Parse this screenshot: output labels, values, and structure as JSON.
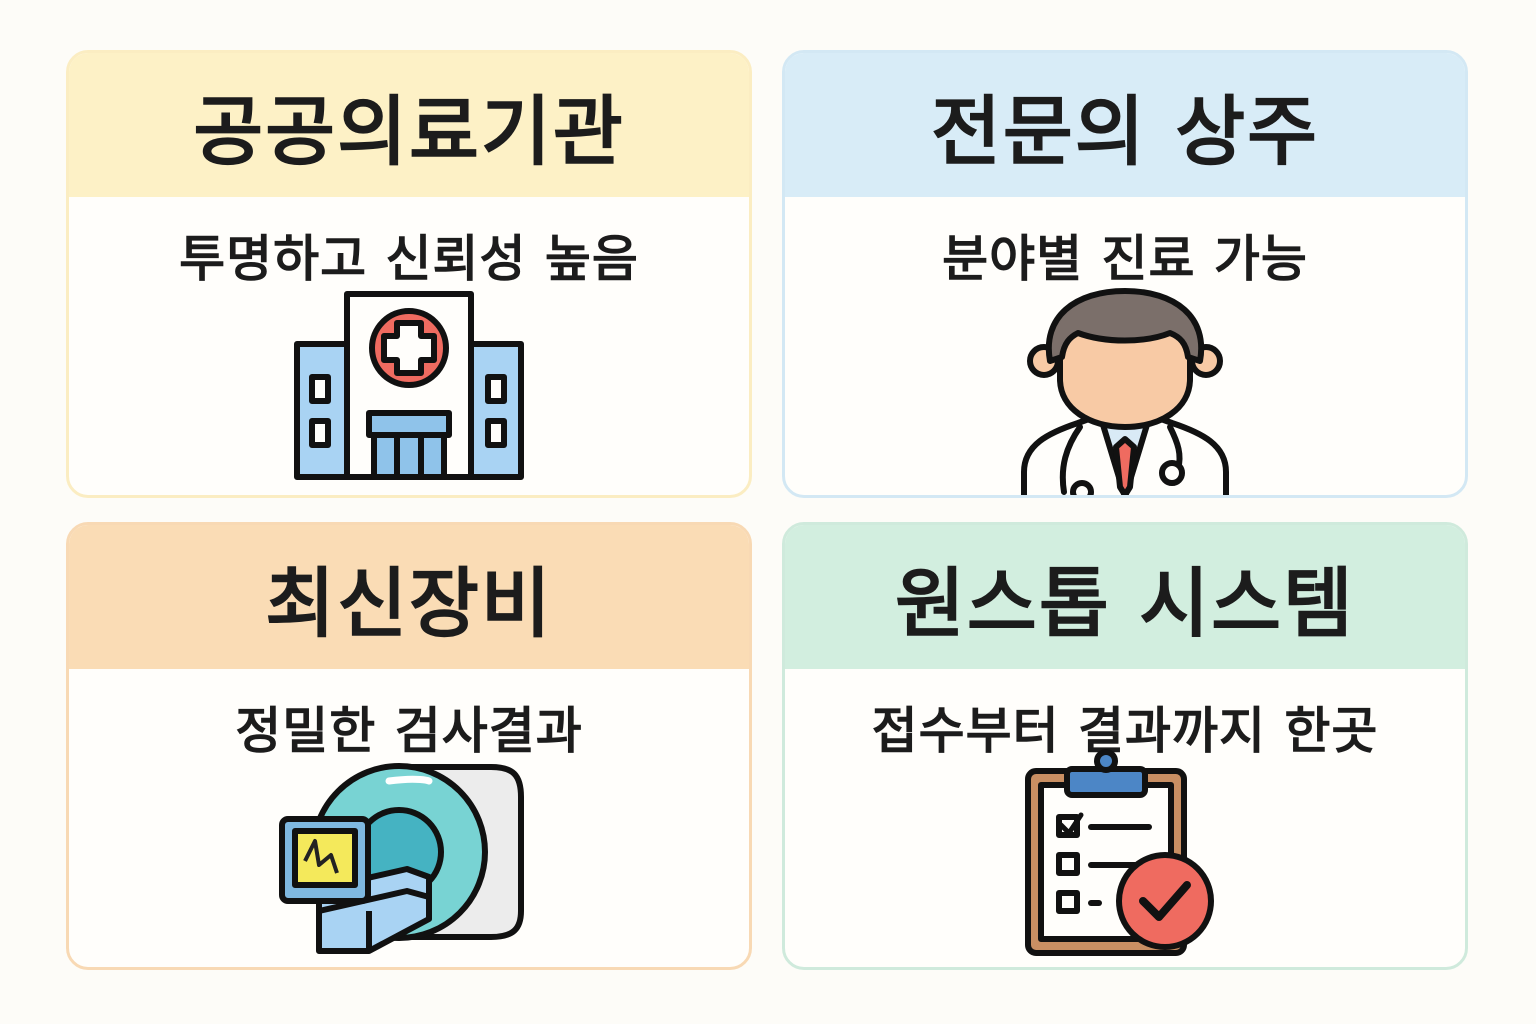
{
  "cards": [
    {
      "title": "공공의료기관",
      "subtitle": "투명하고 신뢰성 높음",
      "icon": "hospital-icon"
    },
    {
      "title": "전문의 상주",
      "subtitle": "분야별 진료 가능",
      "icon": "doctor-icon"
    },
    {
      "title": "최신장비",
      "subtitle": "정밀한 검사결과",
      "icon": "mri-scanner-icon"
    },
    {
      "title": "원스톱 시스템",
      "subtitle": "접수부터 결과까지 한곳",
      "icon": "clipboard-check-icon"
    }
  ],
  "colors": {
    "card1_header": "#fdf1c6",
    "card2_header": "#d8ecf7",
    "card3_header": "#fadcb5",
    "card4_header": "#d2eedf",
    "accent_red": "#ef6b60",
    "accent_blue": "#8fc3ea"
  }
}
